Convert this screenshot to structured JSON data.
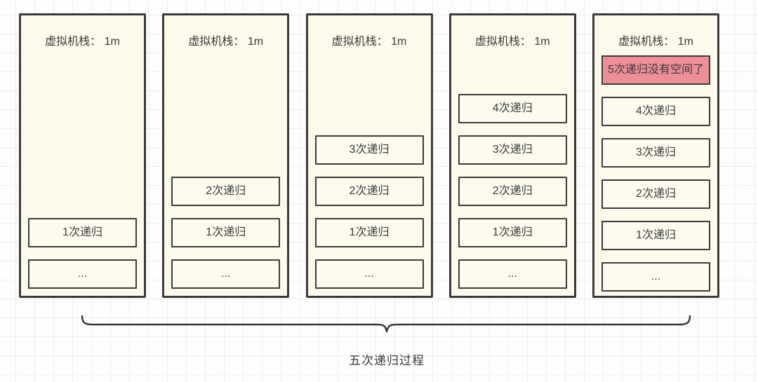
{
  "diagram": {
    "stacks": [
      {
        "title": "虚拟机栈： 1m",
        "frames": [
          {
            "label": "1次递归",
            "overflow": false
          },
          {
            "label": "...",
            "overflow": false
          }
        ]
      },
      {
        "title": "虚拟机栈： 1m",
        "frames": [
          {
            "label": "2次递归",
            "overflow": false
          },
          {
            "label": "1次递归",
            "overflow": false
          },
          {
            "label": "...",
            "overflow": false
          }
        ]
      },
      {
        "title": "虚拟机栈： 1m",
        "frames": [
          {
            "label": "3次递归",
            "overflow": false
          },
          {
            "label": "2次递归",
            "overflow": false
          },
          {
            "label": "1次递归",
            "overflow": false
          },
          {
            "label": "...",
            "overflow": false
          }
        ]
      },
      {
        "title": "虚拟机栈： 1m",
        "frames": [
          {
            "label": "4次递归",
            "overflow": false
          },
          {
            "label": "3次递归",
            "overflow": false
          },
          {
            "label": "2次递归",
            "overflow": false
          },
          {
            "label": "1次递归",
            "overflow": false
          },
          {
            "label": "...",
            "overflow": false
          }
        ]
      },
      {
        "title": "虚拟机栈： 1m",
        "frames": [
          {
            "label": "5次递归没有空间了",
            "overflow": true
          },
          {
            "label": "4次递归",
            "overflow": false
          },
          {
            "label": "3次递归",
            "overflow": false
          },
          {
            "label": "2次递归",
            "overflow": false
          },
          {
            "label": "1次递归",
            "overflow": false
          },
          {
            "label": "...",
            "overflow": false
          }
        ]
      }
    ],
    "caption": "五次递归过程",
    "colors": {
      "canvas": "#fdfdfd",
      "grid_line": "#ededf2",
      "stack_fill": "#fbfaeb",
      "frame_fill": "#fcfbee",
      "border": "#3b3b3b",
      "overflow_fill": "#ee8f96",
      "text": "#3a3a3a"
    }
  }
}
